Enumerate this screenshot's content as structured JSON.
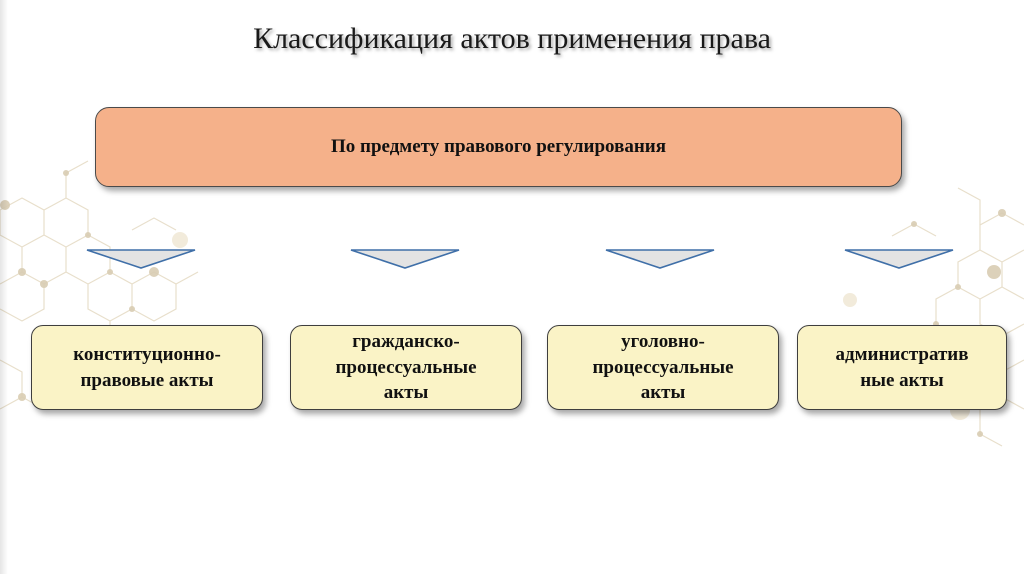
{
  "title": "Классификация актов применения права",
  "root": {
    "label": "По предмету правового регулирования"
  },
  "children": [
    {
      "label": "конституционно-\nправовые акты"
    },
    {
      "label": "гражданско-\nпроцессуальные\nакты"
    },
    {
      "label": "уголовно-\nпроцессуальные\nакты"
    },
    {
      "label": "административ\nные акты"
    }
  ],
  "colors": {
    "root_fill": "#f5b18a",
    "child_fill": "#faf3c6",
    "arrow_fill": "#e3e3e3",
    "arrow_stroke": "#3f6fa8"
  }
}
